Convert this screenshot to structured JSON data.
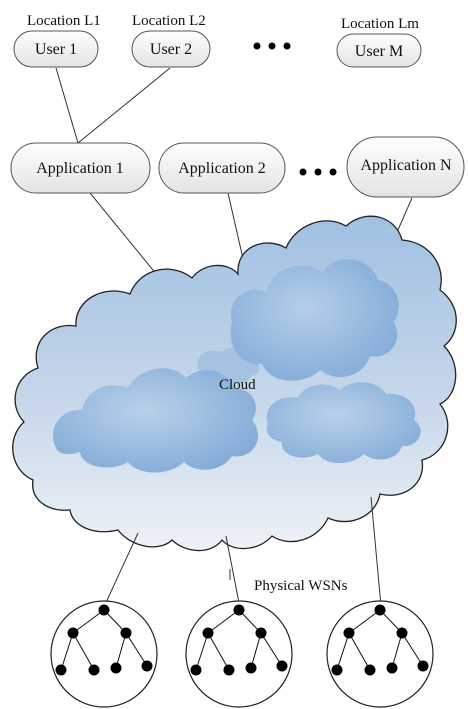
{
  "locations": [
    {
      "label": "Location L1",
      "user": "User 1"
    },
    {
      "label": "Location L2",
      "user": "User 2"
    },
    {
      "label": "Location Lm",
      "user": "User M"
    }
  ],
  "applications": [
    "Application 1",
    "Application 2",
    "Application N"
  ],
  "cloud_label": "Cloud",
  "wsn_label": "Physical WSNs",
  "colors": {
    "cloud_top": "#9fbfe0",
    "cloud_bottom": "#eef2f7",
    "cloud_blob": "#7aa6d6",
    "pill_top": "#ffffff",
    "pill_bottom": "#e6e6e6"
  },
  "icons": [
    "ellipsis-icon",
    "cloud-icon",
    "tree-icon"
  ]
}
